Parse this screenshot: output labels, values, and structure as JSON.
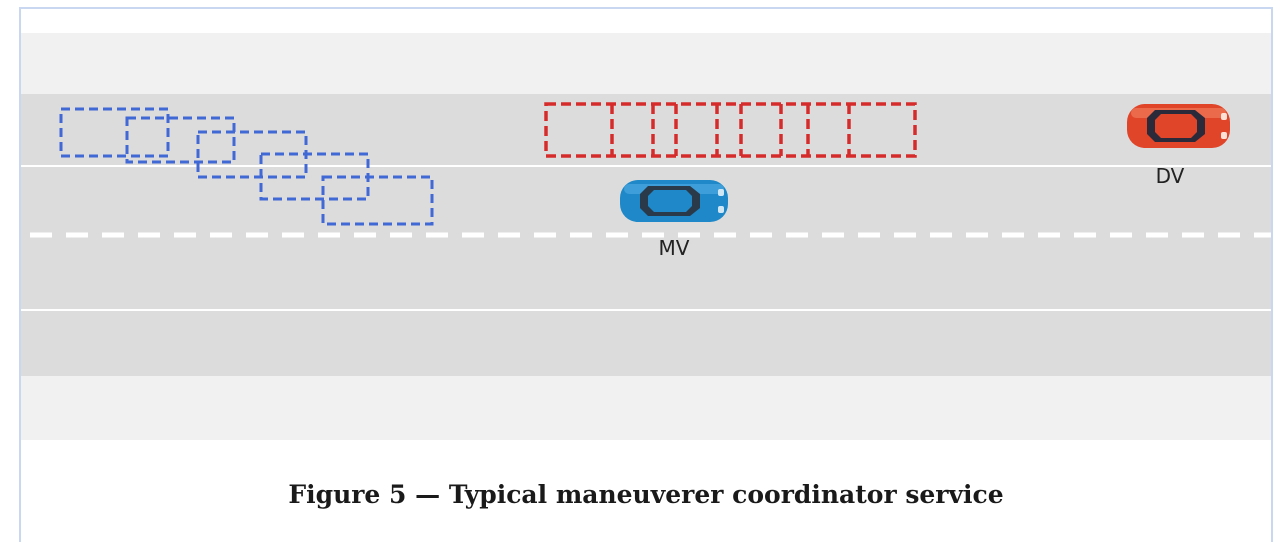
{
  "figure": {
    "caption": "Figure 5 — Typical maneuverer coordinator service"
  },
  "vehicles": {
    "mv": {
      "label": "MV",
      "color": "#1e88c8"
    },
    "dv": {
      "label": "DV",
      "color": "#e0452a"
    }
  },
  "trajectories": {
    "lane_change_color": "#4169d6",
    "straight_color": "#d62b2b"
  },
  "road": {
    "shoulder_color": "#f1f1f1",
    "lane_color": "#dcdcdc"
  }
}
